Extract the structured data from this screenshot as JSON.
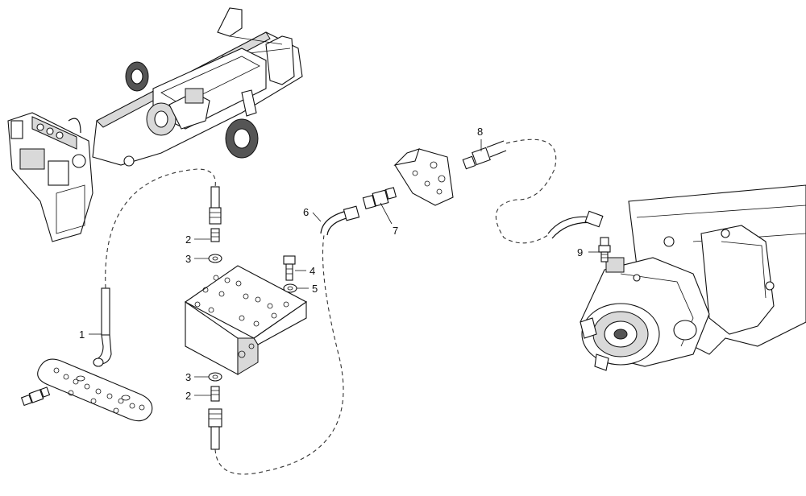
{
  "callouts": {
    "c1": "1",
    "c2a": "2",
    "c2b": "2",
    "c3a": "3",
    "c3b": "3",
    "c4": "4",
    "c5": "5",
    "c6": "6",
    "c7": "7",
    "c8": "8",
    "c9": "9"
  }
}
